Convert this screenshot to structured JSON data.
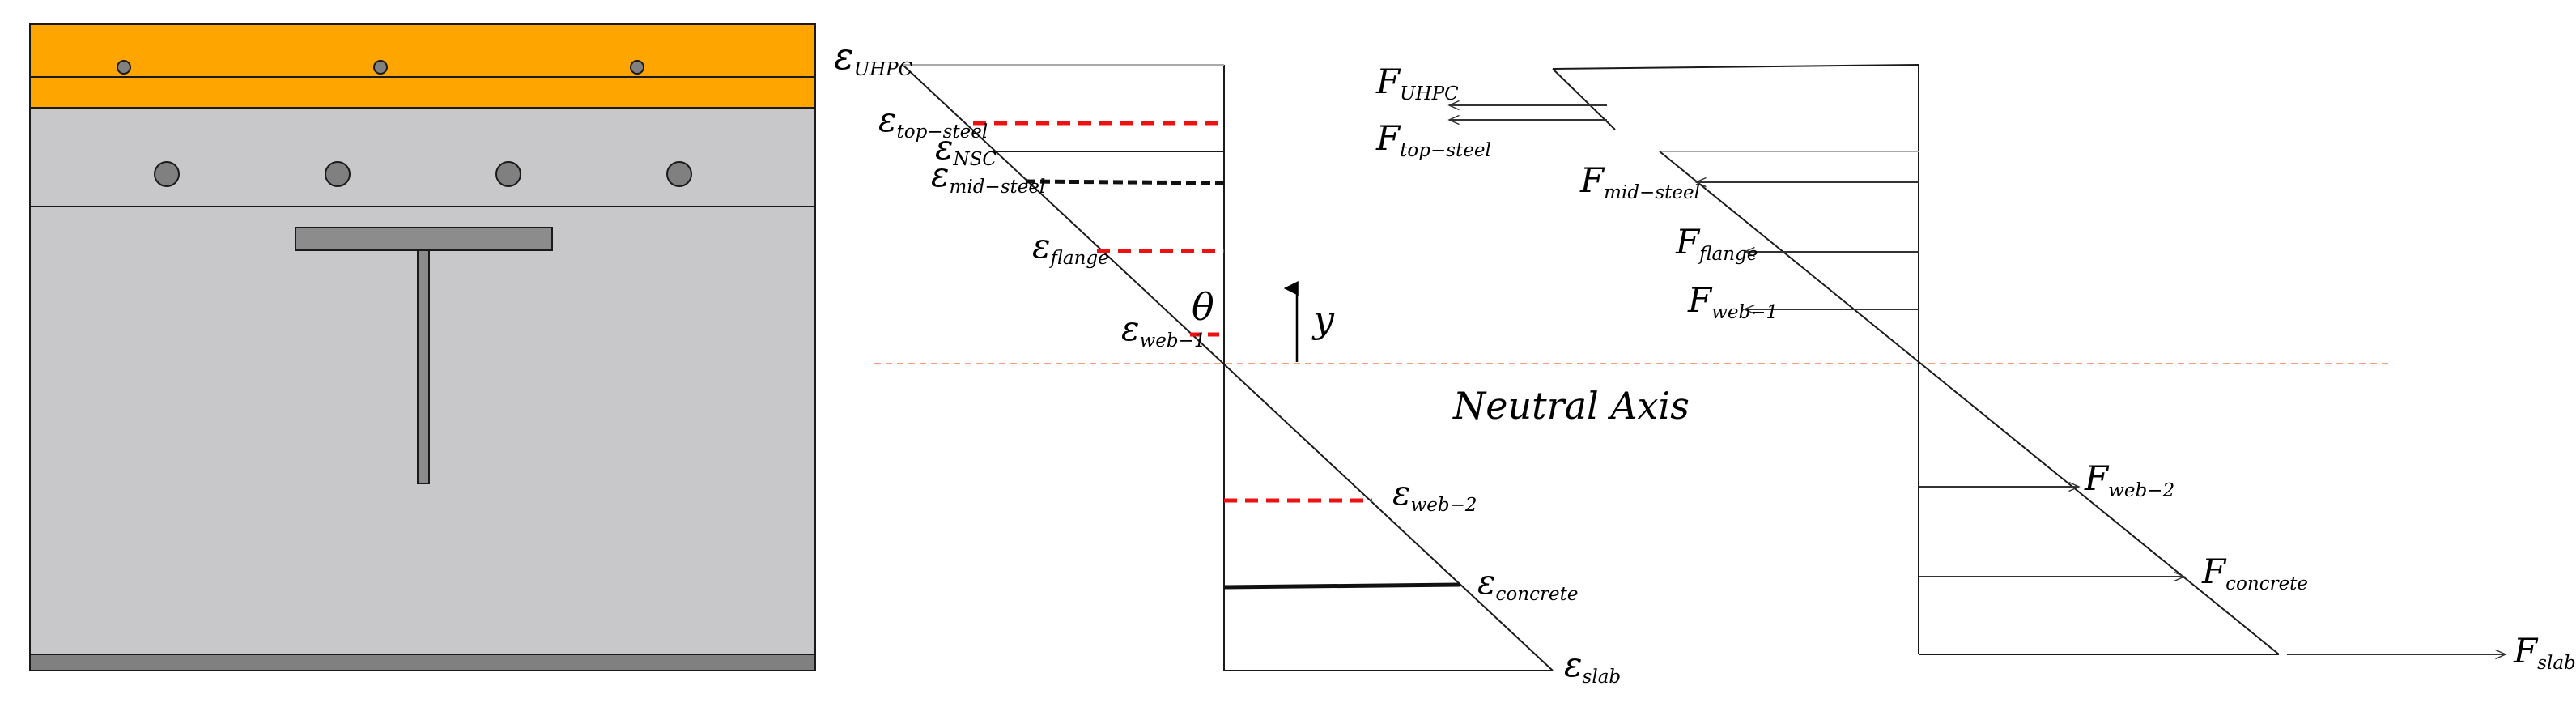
{
  "colors": {
    "uhpc_layer": "#ffa500",
    "nsc_layer": "#c8c8ca",
    "bottom_plate": "#808080",
    "steel_section": "#8c8c8c",
    "rebar": "#808080",
    "outline": "#1a1a1a",
    "red_dash": "#ee1111",
    "neutral_axis": "#f0a080"
  },
  "strain_labels": {
    "uhpc": {
      "sym": "ε",
      "sub": "UHPC"
    },
    "top_steel": {
      "sym": "ε",
      "sub": "top−steel"
    },
    "nsc": {
      "sym": "ε",
      "sub": "NSC"
    },
    "mid_steel": {
      "sym": "ε",
      "sub": "mid−steel"
    },
    "flange": {
      "sym": "ε",
      "sub": "flange"
    },
    "web1": {
      "sym": "ε",
      "sub": "web−1"
    },
    "web2": {
      "sym": "ε",
      "sub": "web−2"
    },
    "concrete": {
      "sym": "ε",
      "sub": "concrete"
    },
    "slab": {
      "sym": "ε",
      "sub": "slab"
    }
  },
  "rotation_symbol": "θ",
  "y_label": "y",
  "neutral_axis_label": "Neutral Axis",
  "force_labels": {
    "uhpc": {
      "sym": "F",
      "sub": "UHPC"
    },
    "top_steel": {
      "sym": "F",
      "sub": "top−steel"
    },
    "mid_steel": {
      "sym": "F",
      "sub": "mid−steel"
    },
    "flange": {
      "sym": "F",
      "sub": "flange"
    },
    "web1": {
      "sym": "F",
      "sub": "web−1"
    },
    "web2": {
      "sym": "F",
      "sub": "web−2"
    },
    "concrete": {
      "sym": "F",
      "sub": "concrete"
    },
    "slab": {
      "sym": "F",
      "sub": "slab"
    }
  }
}
